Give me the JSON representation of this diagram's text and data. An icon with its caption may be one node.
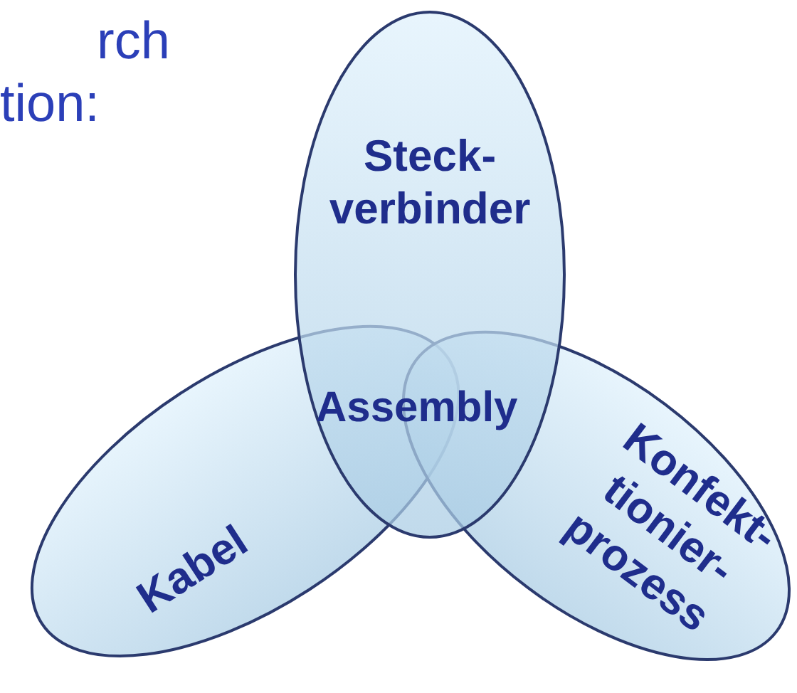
{
  "diagram": {
    "nodes": [
      {
        "text": [
          "Steck- verbinder"
        ]
      },
      {
        "text": [
          "Kabel"
        ]
      },
      {
        "text": [
          "Konfekt- tionier- prozess"
        ]
      }
    ],
    "labels": [
      "rch",
      "tion:",
      "Assembly"
    ]
  }
}
